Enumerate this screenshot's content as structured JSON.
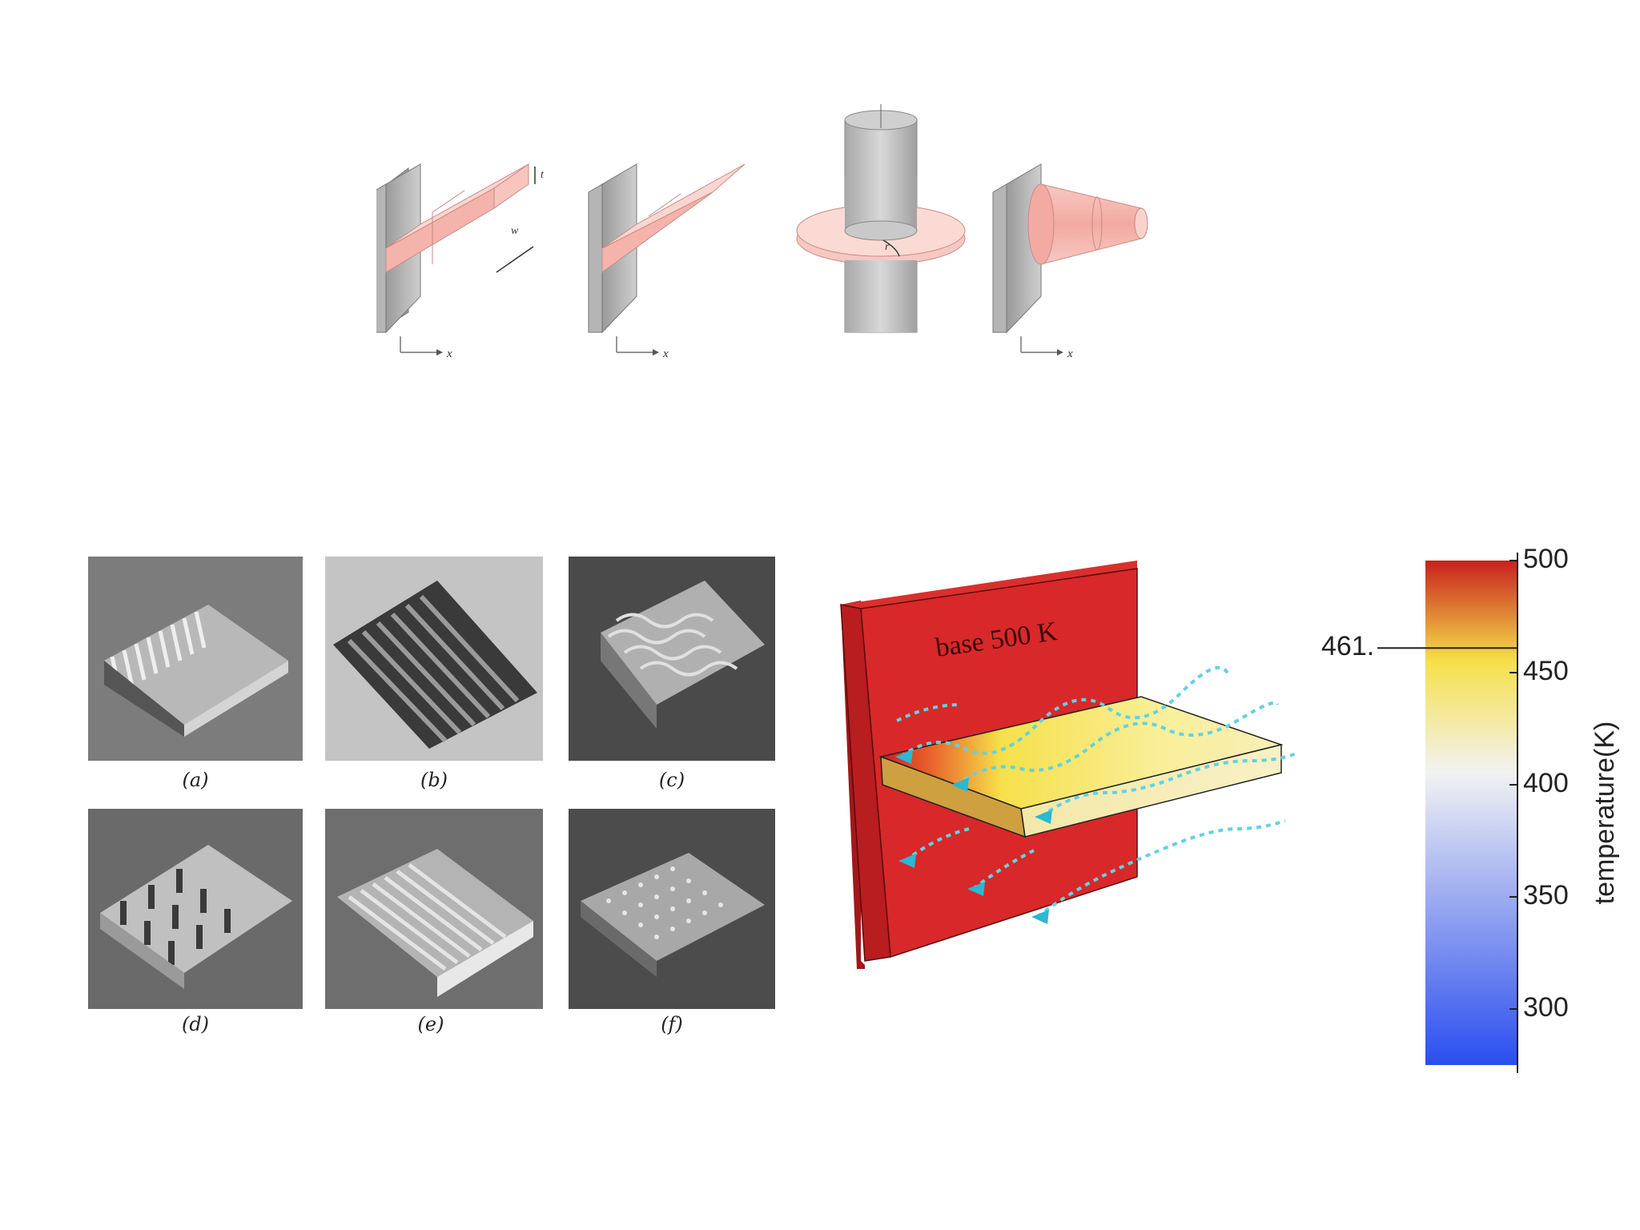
{
  "fin_types": {
    "axis_label": "x",
    "thickness_label": "t",
    "width_label": "w",
    "radius_label": "r"
  },
  "photos": {
    "captions": [
      "(a)",
      "(b)",
      "(c)",
      "(d)",
      "(e)",
      "(f)"
    ]
  },
  "simulation": {
    "base_label": "base 500 K"
  },
  "colorbar": {
    "axis_title": "temperature(K)",
    "ticks": [
      "500",
      "450",
      "400",
      "350",
      "300"
    ],
    "marker_label": "461.",
    "marker_value": 461,
    "range": [
      275,
      500
    ],
    "colors": [
      "#c8201e",
      "#f6e04a",
      "#f2f2f2",
      "#2a4df0"
    ]
  }
}
